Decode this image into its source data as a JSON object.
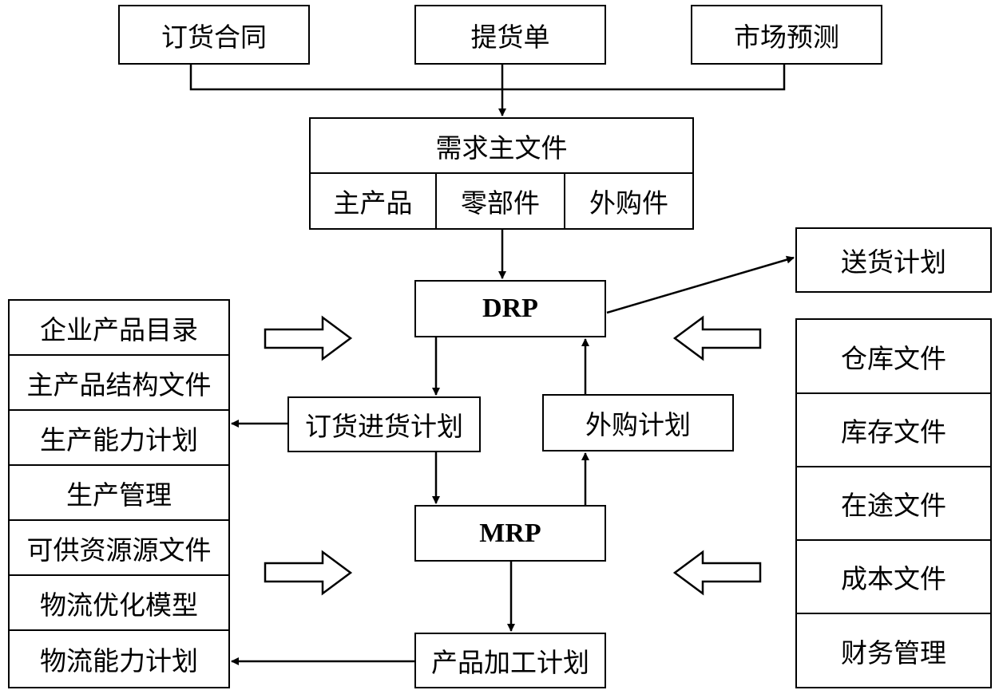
{
  "sources": [
    "订货合同",
    "提货单",
    "市场预测"
  ],
  "demand_master_file": {
    "title": "需求主文件",
    "columns": [
      "主产品",
      "零部件",
      "外购件"
    ]
  },
  "center": {
    "drp": "DRP",
    "mrp": "MRP",
    "order_purchase_plan": "订货进货计划",
    "outsourcing_plan": "外购计划",
    "product_processing_plan": "产品加工计划",
    "delivery_plan": "送货计划"
  },
  "left_stack": [
    "企业产品目录",
    "主产品结构文件",
    "生产能力计划",
    "生产管理",
    "可供资源源文件",
    "物流优化模型",
    "物流能力计划"
  ],
  "right_stack": [
    "仓库文件",
    "库存文件",
    "在途文件",
    "成本文件",
    "财务管理"
  ],
  "colors": {
    "line": "#000000",
    "background": "#ffffff"
  }
}
